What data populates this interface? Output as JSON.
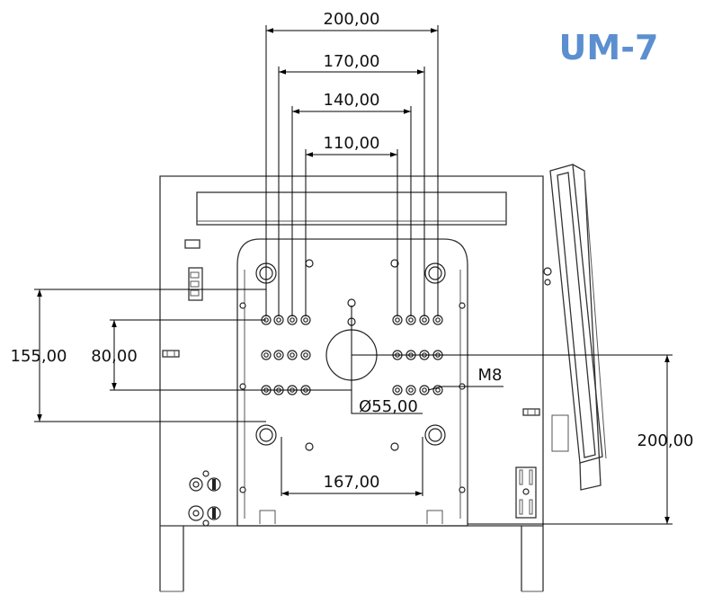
{
  "title": {
    "text": "UM-7",
    "color": "#5b8fd0"
  },
  "dimensions": {
    "top_200": "200,00",
    "top_170": "170,00",
    "top_140": "140,00",
    "top_110": "110,00",
    "left_155": "155,00",
    "left_80": "80,00",
    "right_200": "200,00",
    "bottom_167": "167,00",
    "diameter": "Ø55,00",
    "thread": "M8"
  }
}
